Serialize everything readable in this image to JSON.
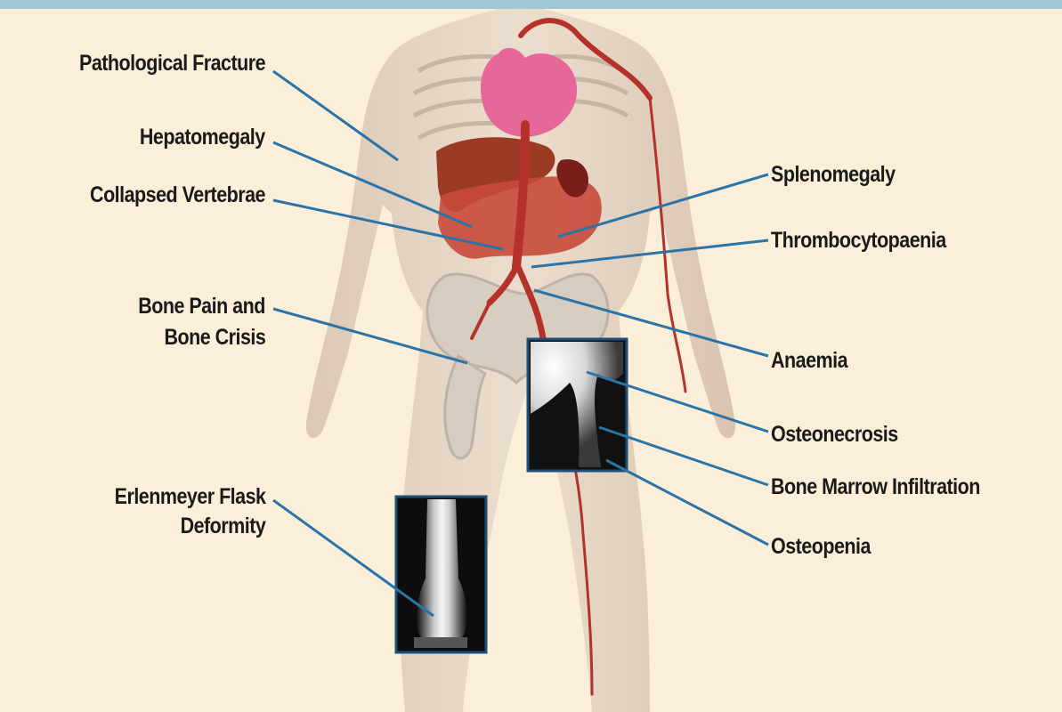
{
  "colors": {
    "background": "#fbefd9",
    "top_band": "#9fc7d6",
    "leader_line": "#2b74a8",
    "label_text": "#1a1a1a"
  },
  "labels_left": {
    "pathological_fracture": "Pathological Fracture",
    "hepatomegaly": "Hepatomegaly",
    "collapsed_vertebrae": "Collapsed Vertebrae",
    "bone_pain_line1": "Bone Pain and",
    "bone_pain_line2": "Bone Crisis",
    "erlenmeyer_line1": "Erlenmeyer Flask",
    "erlenmeyer_line2": "Deformity"
  },
  "labels_right": {
    "splenomegaly": "Splenomegaly",
    "thrombocytopaenia": "Thrombocytopaenia",
    "anaemia": "Anaemia",
    "osteonecrosis": "Osteonecrosis",
    "bone_marrow_infiltration": "Bone Marrow Infiltration",
    "osteopenia": "Osteopenia"
  }
}
